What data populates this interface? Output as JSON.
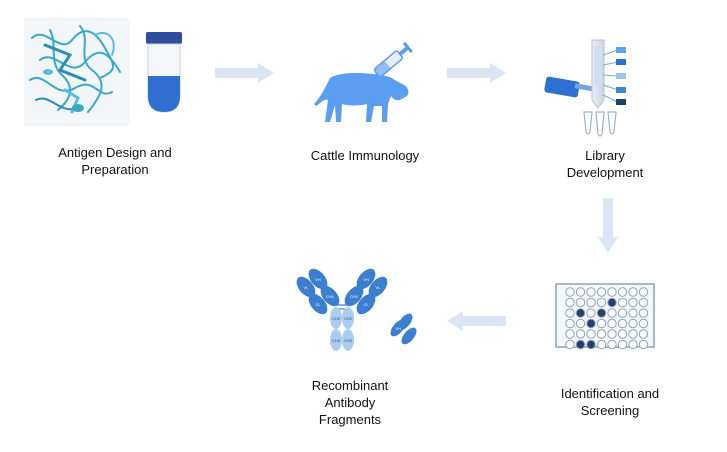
{
  "steps": [
    {
      "id": "antigen",
      "lines": [
        "Antigen Design and",
        "Preparation"
      ],
      "icon": "protein-structure-and-vial"
    },
    {
      "id": "cattle",
      "lines": [
        "Cattle Immunology"
      ],
      "icon": "cow-syringe"
    },
    {
      "id": "library",
      "lines": [
        "Library",
        "Development"
      ],
      "icon": "pipette-tubes"
    },
    {
      "id": "screening",
      "lines": [
        "Identification and",
        "Screening"
      ],
      "icon": "well-plate"
    },
    {
      "id": "fragments",
      "lines": [
        "Recombinant",
        "Antibody",
        "Fragments"
      ],
      "icon": "antibody"
    }
  ],
  "antibody_domains": {
    "vh": "VH",
    "vl": "VL",
    "ch1": "CH1",
    "cl": "CL",
    "ch2": "CH2",
    "ch3": "CH3"
  },
  "colors": {
    "arrow": "#dbe6f5",
    "protein": "#3aa9c7",
    "vial_cap": "#2f4f9e",
    "vial_fill": "#2f6fd1",
    "cow": "#5b9ef0",
    "plate_border": "#8fa2b8",
    "well_fill": "#21406b",
    "antibody_dark": "#3b7fd1",
    "antibody_light": "#a9cdf0"
  }
}
